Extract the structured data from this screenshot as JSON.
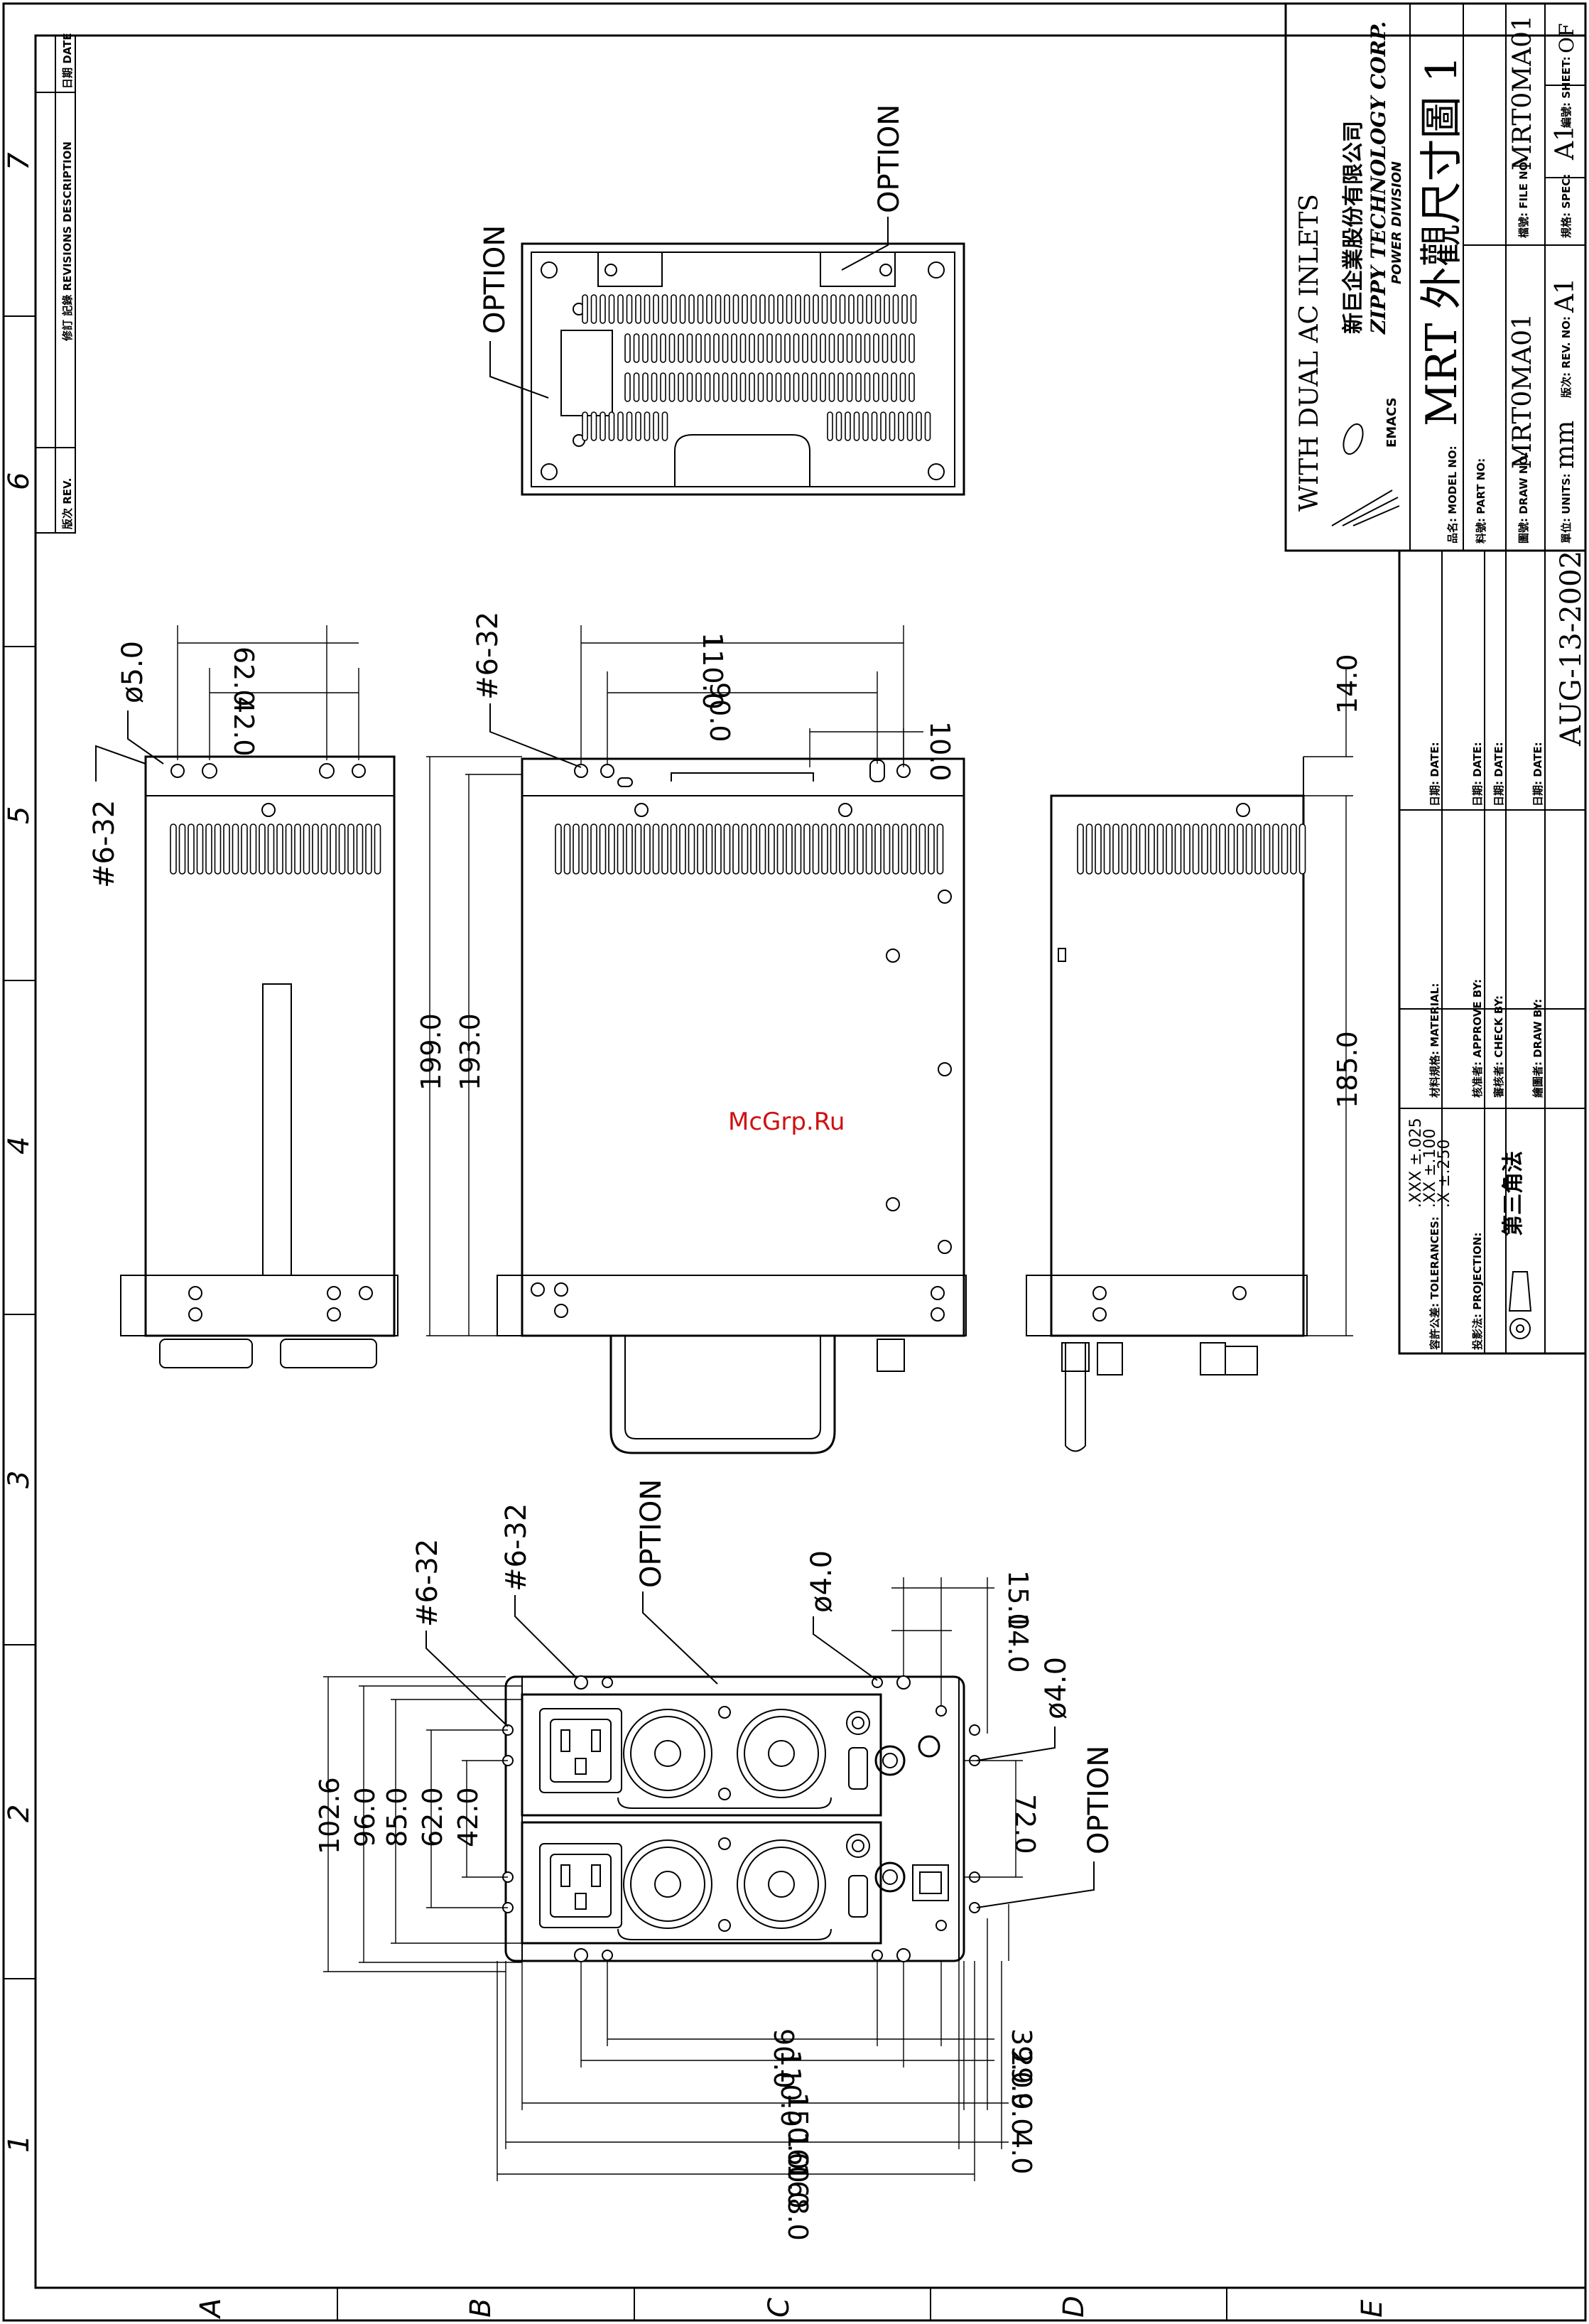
{
  "watermark": "McGrp.Ru",
  "zones": {
    "columns": [
      "1",
      "2",
      "3",
      "4",
      "5",
      "6",
      "7"
    ],
    "rows": [
      "A",
      "B",
      "C",
      "D",
      "E"
    ]
  },
  "revisions": {
    "rev_label": "版次 REV.",
    "header": "修訂 記錄 REVISIONS DESCRIPTION",
    "date_label": "日期 DATE"
  },
  "title_block": {
    "heading": "WITH DUAL AC INLETS",
    "company_cn": "新巨企業股份有限公司",
    "company_en": "ZIPPY TECHNOLOGY CORP.",
    "division": "POWER DIVISION",
    "logo_text": "EMACS",
    "model_label": "品名: MODEL NO:",
    "model_value": "MRT 外觀尺寸圖 1",
    "part_label": "料號: PART NO:",
    "drawing_label": "圖號: DRAW NO:",
    "drawing_value": "MRT0MA01",
    "file_label": "檔號: FILE NO:",
    "file_value": "MRT0MA01",
    "units_label": "單位: UNITS:",
    "units_value": "mm",
    "rev_label": "版次: REV. NO:",
    "rev_value": "A1",
    "spec_label": "規格: SPEC:",
    "spec_value": "A1",
    "sheet_label": "編號: SHEET:",
    "sheet_value": "OF",
    "date_label": "日期: DATE:",
    "date_value": "AUG-13-2002",
    "material_label": "材料規格: MATERIAL:",
    "approve_label": "核准者: APPROVE BY:",
    "check_label": "審核者: CHECK BY:",
    "draw_label": "繪圖者: DRAW BY:",
    "tolerances_label": "容許公差: TOLERANCES:",
    "tolerances": [
      ".XXX ±.025",
      ".XX ±.100",
      ".X ±.250"
    ],
    "projection_label": "投影法: PROJECTION:",
    "projection_value": "第三角法"
  },
  "top_view": {
    "option_left": "OPTION",
    "option_right": "OPTION"
  },
  "left_side_view": {
    "screw": "#6-32",
    "hole": "ø5.0",
    "dim_42": "42.0",
    "dim_62": "62.0"
  },
  "middle_view": {
    "screw": "#6-32",
    "dim_110": "110.0",
    "dim_90": "90.0",
    "dim_10": "10.0",
    "dim_199": "199.0",
    "dim_193": "193.0"
  },
  "right_side_view": {
    "dim_14": "14.0",
    "dim_185": "185.0"
  },
  "front_view": {
    "screw_a": "#6-32",
    "screw_b": "#6-32",
    "option_top": "OPTION",
    "option_right": "OPTION",
    "hole_top": "ø4.0",
    "hole_right": "ø4.0",
    "dim_15": "15.0",
    "dim_14": "14.0",
    "dim_72": "72.0",
    "dim_102_6": "102.6",
    "dim_96": "96.0",
    "dim_85": "85.0",
    "dim_62": "62.0",
    "dim_42": "42.0",
    "dim_90": "90.0",
    "dim_110": "110.0",
    "dim_150": "150.0",
    "dim_160": "160.0",
    "dim_168": "168.0",
    "dim_39": "39.0",
    "dim_29": "29.0",
    "dim_9": "9.0",
    "dim_4": "4.0"
  }
}
